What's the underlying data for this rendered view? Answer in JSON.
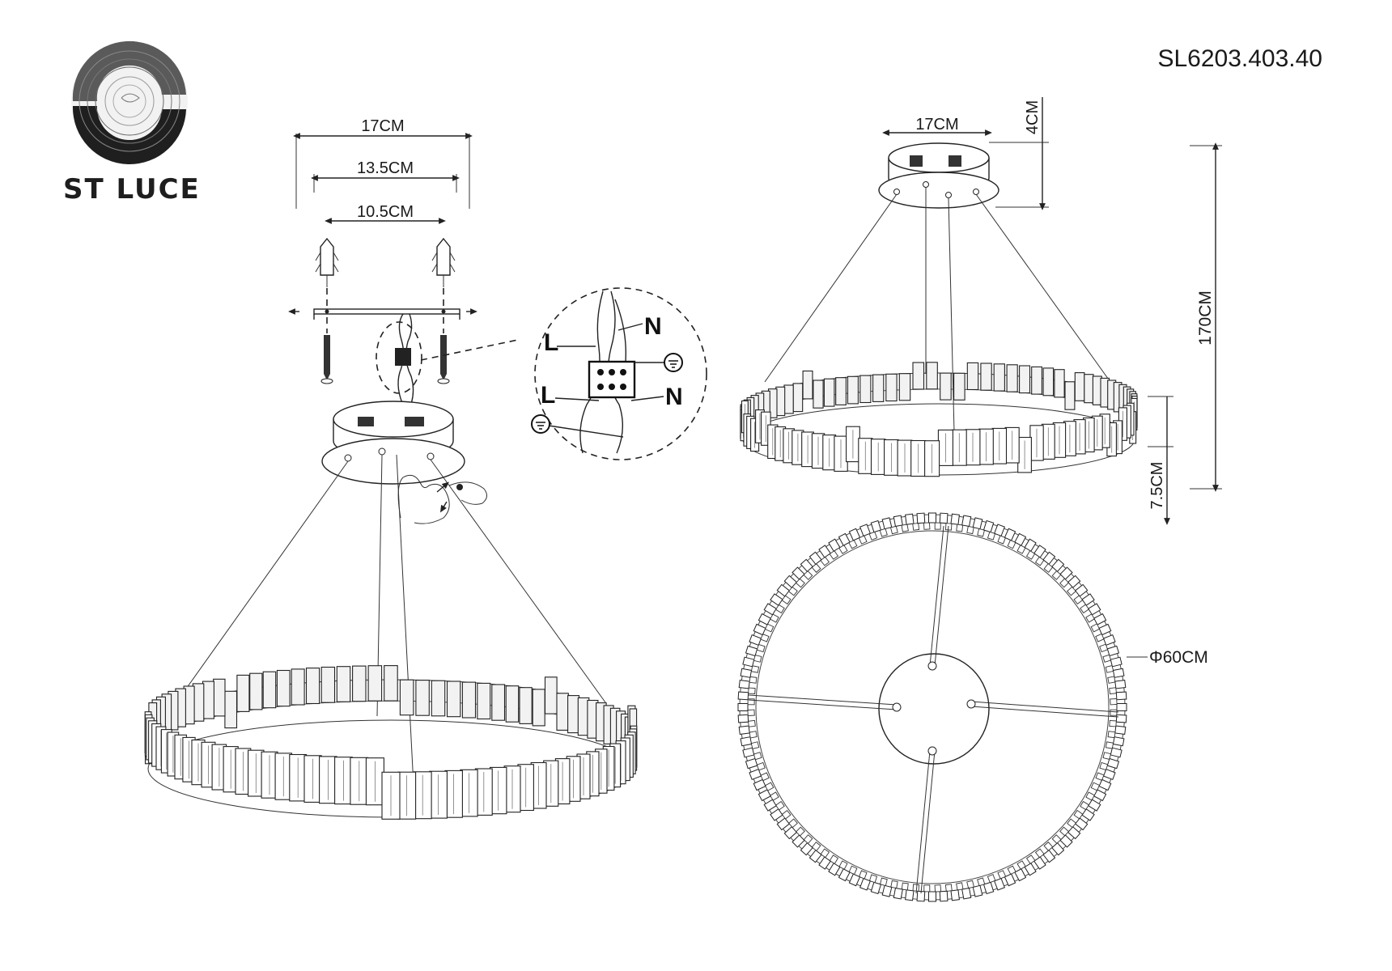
{
  "brand": {
    "name": "ST LUCE",
    "logo_icon": "swirl-s-logo"
  },
  "model": {
    "code": "SL6203.403.40"
  },
  "mounting": {
    "dimensions": {
      "outer": "17CM",
      "middle": "13.5CM",
      "inner": "10.5CM"
    }
  },
  "wiring": {
    "line_top": "L",
    "neutral_top": "N",
    "line_bottom": "L",
    "neutral_bottom": "N",
    "ground_icon": "earth-ground-icon"
  },
  "side_view": {
    "canopy_width": "17CM",
    "canopy_height": "4CM",
    "total_height": "170CM",
    "ring_height": "7.5CM"
  },
  "top_view": {
    "diameter": "Φ60CM"
  }
}
